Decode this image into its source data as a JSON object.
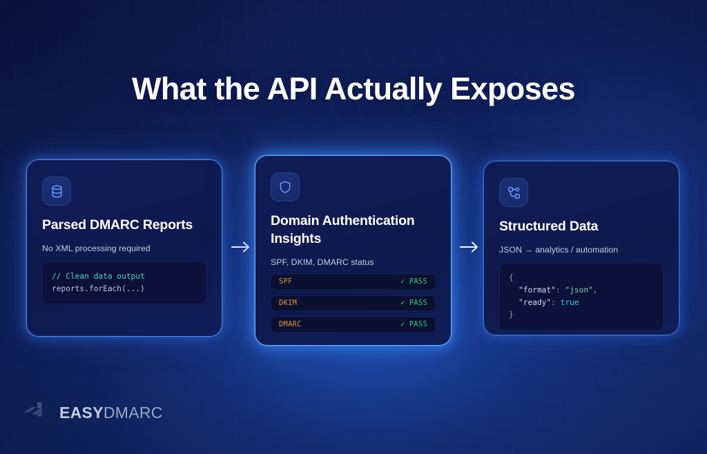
{
  "page": {
    "title": "What the API Actually Exposes",
    "background_color": "#111d52",
    "accent_color": "#5696ff"
  },
  "arrows": {
    "first": "→",
    "second": "→"
  },
  "cards": [
    {
      "icon": "database-icon",
      "title": "Parsed DMARC Reports",
      "subtitle": "No XML processing required",
      "code": {
        "comment": "// Clean data output",
        "line": "reports.forEach(...)"
      }
    },
    {
      "icon": "shield-icon",
      "title": "Domain Authentication Insights",
      "subtitle": "SPF, DKIM, DMARC status",
      "statuses": [
        {
          "name": "SPF",
          "check": "✓",
          "value": "PASS"
        },
        {
          "name": "DKIM",
          "check": "✓",
          "value": "PASS"
        },
        {
          "name": "DMARC",
          "check": "✓",
          "value": "PASS"
        }
      ],
      "status_label_color": "#e09a3a",
      "status_value_color": "#3fcf7a"
    },
    {
      "icon": "nodes-icon",
      "title": "Structured Data",
      "subtitle": "JSON → analytics / automation",
      "json": {
        "open": "{",
        "line1_key": "\"format\"",
        "line1_sep": ": ",
        "line1_val": "\"json\"",
        "line1_end": ",",
        "line2_key": "\"ready\"",
        "line2_sep": ": ",
        "line2_val": "true",
        "close": "}"
      }
    }
  ],
  "logo": {
    "mark": "easydmarc-logo-mark",
    "bold_text": "EASY",
    "light_text": "DMARC"
  }
}
